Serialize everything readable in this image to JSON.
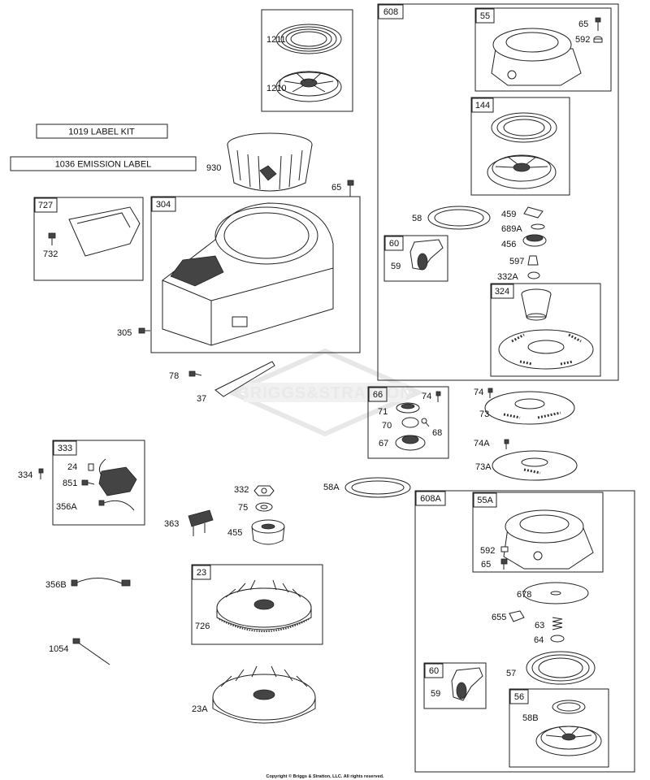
{
  "kits": {
    "label_kit": "1019 LABEL KIT",
    "emission_label": "1036 EMISSION LABEL"
  },
  "boxes": {
    "b1211": "",
    "b608": "608",
    "b55": "55",
    "b144": "144",
    "b727": "727",
    "b304": "304",
    "b60": "60",
    "b324": "324",
    "b66": "66",
    "b333": "333",
    "b608a": "608A",
    "b55a": "55A",
    "b23": "23",
    "b60b": "60",
    "b56": "56"
  },
  "labels": {
    "p1211": "1211",
    "p1210": "1210",
    "p65a": "65",
    "p592a": "592",
    "p930": "930",
    "p732": "732",
    "p65b": "65",
    "p58": "58",
    "p459": "459",
    "p689a": "689A",
    "p456": "456",
    "p59a": "59",
    "p597": "597",
    "p332a": "332A",
    "p305": "305",
    "p78": "78",
    "p37": "37",
    "p71": "71",
    "p74a": "74",
    "p70": "70",
    "p68": "68",
    "p67": "67",
    "p74b": "74",
    "p73": "73",
    "p74A": "74A",
    "p73A": "73A",
    "p334": "334",
    "p24": "24",
    "p851": "851",
    "p356A": "356A",
    "p332": "332",
    "p75": "75",
    "p363": "363",
    "p455": "455",
    "p58A": "58A",
    "p592b": "592",
    "p65c": "65",
    "p356B": "356B",
    "p726": "726",
    "p678": "678",
    "p655": "655",
    "p63": "63",
    "p64": "64",
    "p1054": "1054",
    "p57": "57",
    "p59b": "59",
    "p58B": "58B",
    "p23A": "23A"
  },
  "watermark": "BRIGGS&STRATTON",
  "copyright": "Copyright © Briggs & Stratton, LLC. All rights reserved."
}
